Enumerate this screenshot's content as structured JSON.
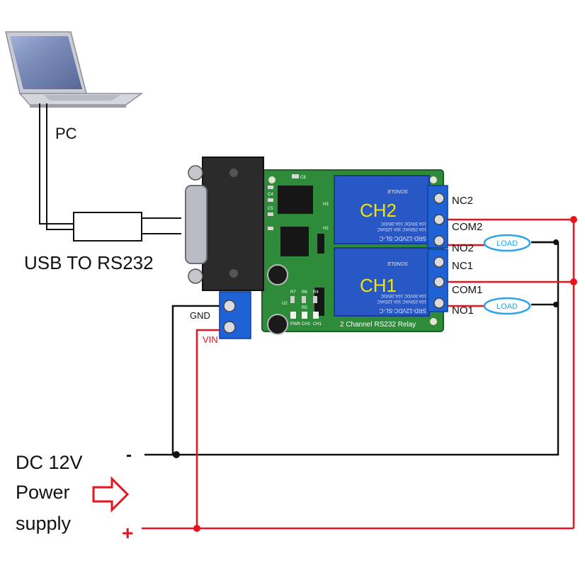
{
  "labels": {
    "pc": "PC",
    "usb_adapter": "USB TO RS232",
    "gnd": "GND",
    "vin": "VIN",
    "nc2": "NC2",
    "com2": "COM2",
    "no2": "NO2",
    "nc1": "NC1",
    "com1": "COM1",
    "no1": "NO1",
    "load_top": "LOAD",
    "load_bottom": "LOAD",
    "ch2": "CH2",
    "ch1": "CH1",
    "board_name": "2 Channel RS232 Relay",
    "relay_model_top": "SRD-12VDC-SL-C",
    "relay_model_bottom": "SRD-12VDC-SL-C",
    "relay_rating_1": "10A 250VAC 10A 125VAC",
    "relay_rating_2": "10A 30VDC 10A 28VDC",
    "relay_brand": "SONGLE",
    "led_pwr": "PWR",
    "led_ch2": "CH2",
    "led_ch1": "CH1",
    "ref_r7": "R7",
    "ref_r6": "R6",
    "ref_r4": "R4",
    "ref_r5": "R5",
    "ref_u2": "U2",
    "ref_c4": "C4",
    "ref_c5": "C5",
    "ref_c8": "C8",
    "ref_h3": "H3",
    "ref_h2": "H2",
    "power_line1": "DC 12V",
    "power_line2": "Power",
    "power_line3": "supply",
    "minus_sign": "-",
    "plus_sign": "+"
  },
  "colors": {
    "positive_wire": "#e8141e",
    "negative_wire": "#111111",
    "board_green": "#2e8b3a",
    "relay_blue": "#2857c6",
    "terminal_blue": "#1f62d6",
    "load_outline": "#2aa3e8",
    "load_text": "#2aa3e8",
    "channel_label": "#f2e600",
    "arrow_outline": "#e8141e"
  }
}
